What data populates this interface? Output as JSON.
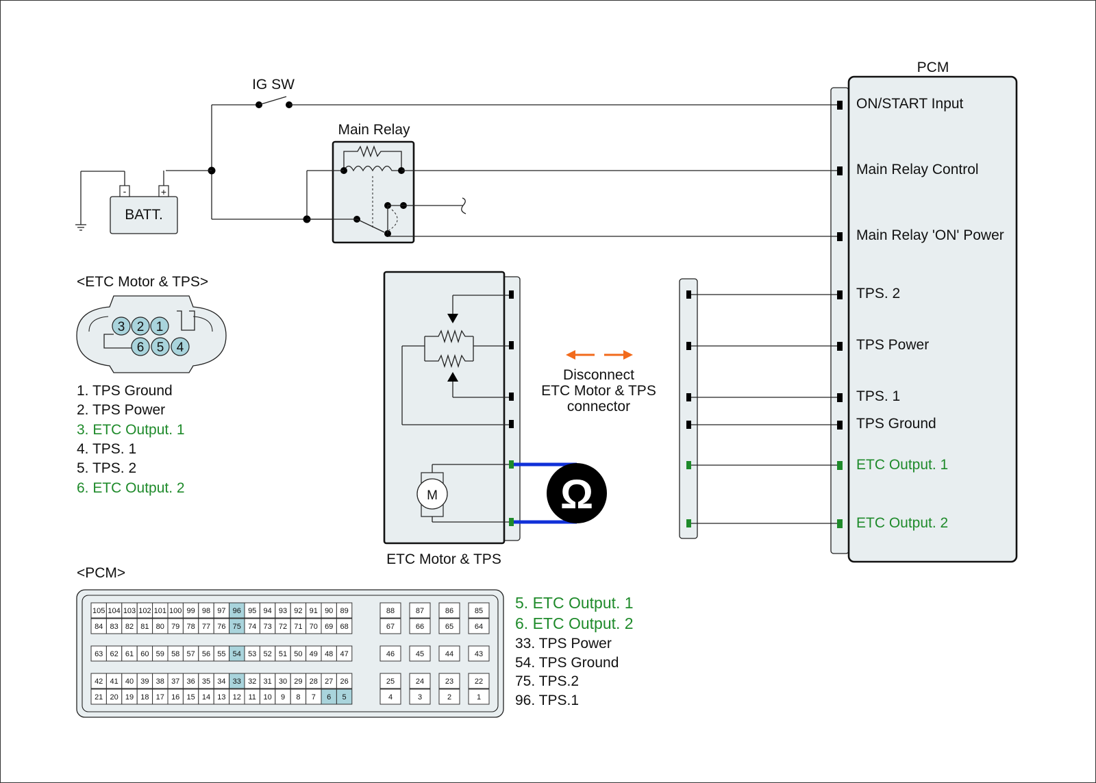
{
  "pcm_title": "PCM",
  "ig_sw": "IG SW",
  "main_relay": "Main Relay",
  "batt": "BATT.",
  "batt_minus": "-",
  "batt_plus": "+",
  "pcm_pins": [
    {
      "label": "ON/START Input",
      "color": "#111111"
    },
    {
      "label": "Main Relay Control",
      "color": "#111111"
    },
    {
      "label": "Main Relay 'ON' Power",
      "color": "#111111"
    },
    {
      "label": "TPS. 2",
      "color": "#111111"
    },
    {
      "label": "TPS Power",
      "color": "#111111"
    },
    {
      "label": "TPS. 1",
      "color": "#111111"
    },
    {
      "label": "TPS Ground",
      "color": "#111111"
    },
    {
      "label": "ETC Output. 1",
      "color": "#1e8a2a"
    },
    {
      "label": "ETC Output. 2",
      "color": "#1e8a2a"
    }
  ],
  "etc_connector_title": "<ETC Motor & TPS>",
  "etc_connector_pins": [
    "3",
    "2",
    "1",
    "6",
    "5",
    "4"
  ],
  "etc_pin_list": [
    {
      "text": "1. TPS Ground",
      "color": "#111111"
    },
    {
      "text": "2. TPS Power",
      "color": "#111111"
    },
    {
      "text": "3. ETC Output. 1",
      "color": "#1e8a2a"
    },
    {
      "text": "4. TPS. 1",
      "color": "#111111"
    },
    {
      "text": "5. TPS. 2",
      "color": "#111111"
    },
    {
      "text": "6. ETC Output. 2",
      "color": "#1e8a2a"
    }
  ],
  "etc_component_label": "ETC Motor & TPS",
  "motor_symbol": "M",
  "ohm_symbol": "Ω",
  "disconnect_lines": [
    "Disconnect",
    "ETC Motor & TPS",
    "connector"
  ],
  "pcm_connector_title": "<PCM>",
  "pcm_connector_rows": [
    {
      "main": [
        "105",
        "104",
        "103",
        "102",
        "101",
        "100",
        "99",
        "98",
        "97",
        "96",
        "95",
        "94",
        "93",
        "92",
        "91",
        "90",
        "89"
      ],
      "side": [
        "88",
        "87",
        "86",
        "85"
      ]
    },
    {
      "main": [
        "84",
        "83",
        "82",
        "81",
        "80",
        "79",
        "78",
        "77",
        "76",
        "75",
        "74",
        "73",
        "72",
        "71",
        "70",
        "69",
        "68"
      ],
      "side": [
        "67",
        "66",
        "65",
        "64"
      ]
    },
    {
      "main": [
        "63",
        "62",
        "61",
        "60",
        "59",
        "58",
        "57",
        "56",
        "55",
        "54",
        "53",
        "52",
        "51",
        "50",
        "49",
        "48",
        "47"
      ],
      "side": [
        "46",
        "45",
        "44",
        "43"
      ]
    },
    {
      "main": [
        "42",
        "41",
        "40",
        "39",
        "38",
        "37",
        "36",
        "35",
        "34",
        "33",
        "32",
        "31",
        "30",
        "29",
        "28",
        "27",
        "26"
      ],
      "side": [
        "25",
        "24",
        "23",
        "22"
      ]
    },
    {
      "main": [
        "21",
        "20",
        "19",
        "18",
        "17",
        "16",
        "15",
        "14",
        "13",
        "12",
        "11",
        "10",
        "9",
        "8",
        "7",
        "6",
        "5"
      ],
      "side": [
        "4",
        "3",
        "2",
        "1"
      ]
    }
  ],
  "pcm_highlighted_pins": [
    "96",
    "75",
    "54",
    "33",
    "6",
    "5"
  ],
  "pcm_pin_list": [
    {
      "text": "5. ETC Output. 1",
      "color": "#1e8a2a"
    },
    {
      "text": "6. ETC Output. 2",
      "color": "#1e8a2a"
    },
    {
      "text": "33. TPS Power",
      "color": "#111111"
    },
    {
      "text": "54. TPS Ground",
      "color": "#111111"
    },
    {
      "text": "75. TPS.2",
      "color": "#111111"
    },
    {
      "text": "96. TPS.1",
      "color": "#111111"
    }
  ],
  "colors": {
    "green": "#1e8a2a",
    "highlight": "#a9d4dc",
    "ohm_wire": "#1030d8",
    "arrow": "#f26a1b",
    "panel": "#e8eef0"
  }
}
